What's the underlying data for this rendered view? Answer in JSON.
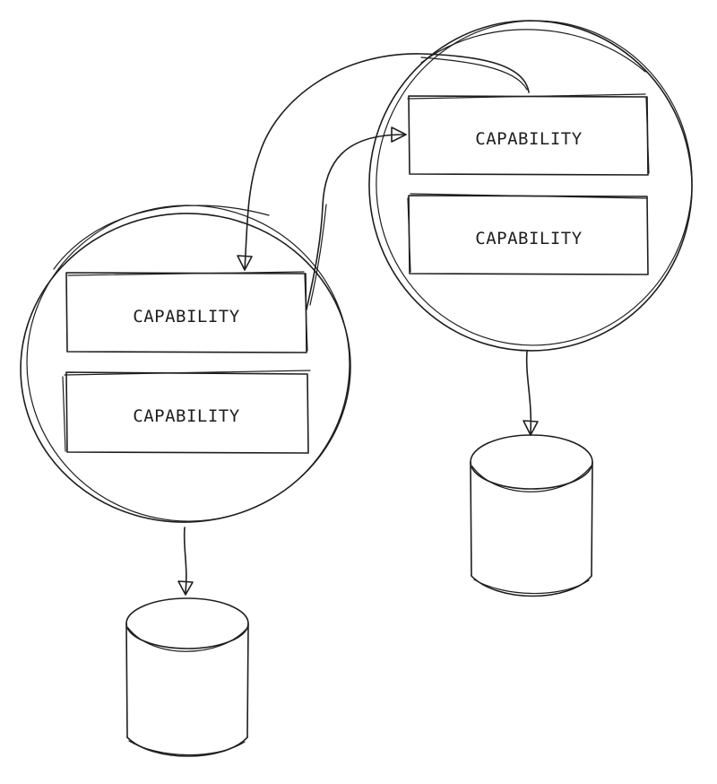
{
  "diagram": {
    "services": [
      {
        "capabilities": [
          {
            "label": "CAPABILITY"
          },
          {
            "label": "CAPABILITY"
          }
        ]
      },
      {
        "capabilities": [
          {
            "label": "CAPABILITY"
          },
          {
            "label": "CAPABILITY"
          }
        ]
      }
    ],
    "stroke_color": "#1e1e1e",
    "background": "#ffffff"
  }
}
